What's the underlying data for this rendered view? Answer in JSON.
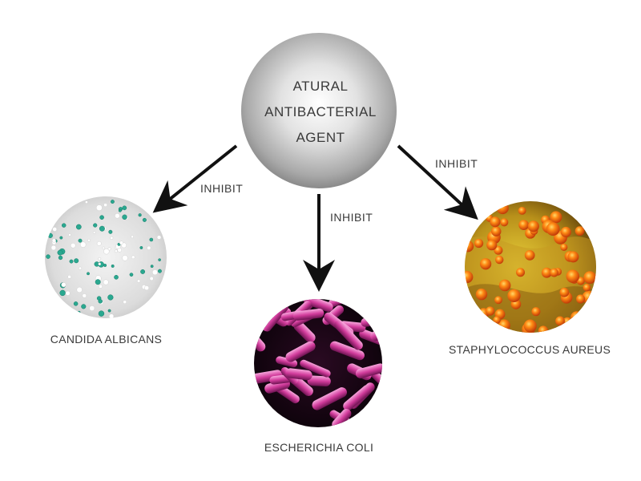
{
  "center": {
    "lines": [
      "ATURAL",
      "ANTIBACTERIAL",
      "AGENT"
    ]
  },
  "arrows": [
    {
      "label": "INHIBIT",
      "target": "candida"
    },
    {
      "label": "INHIBIT",
      "target": "ecoli"
    },
    {
      "label": "INHIBIT",
      "target": "staph"
    }
  ],
  "organisms": {
    "candida": {
      "label": "CANDIDA ALBICANS",
      "icon": "colony-plate-image"
    },
    "ecoli": {
      "label": "ESCHERICHIA COLI",
      "icon": "rod-bacteria-image"
    },
    "staph": {
      "label": "STAPHYLOCOCCUS AUREUS",
      "icon": "cocci-bacteria-image"
    }
  },
  "colors": {
    "arrow": "#111111",
    "text": "#3a3a3a",
    "sphere_light": "#f4f4f4",
    "sphere_dark": "#8a8a8a",
    "ecoli_pink": "#d23c9c",
    "staph_orange": "#ff7a10",
    "staph_yellow": "#e8c22a",
    "candida_green": "#2aa890"
  }
}
